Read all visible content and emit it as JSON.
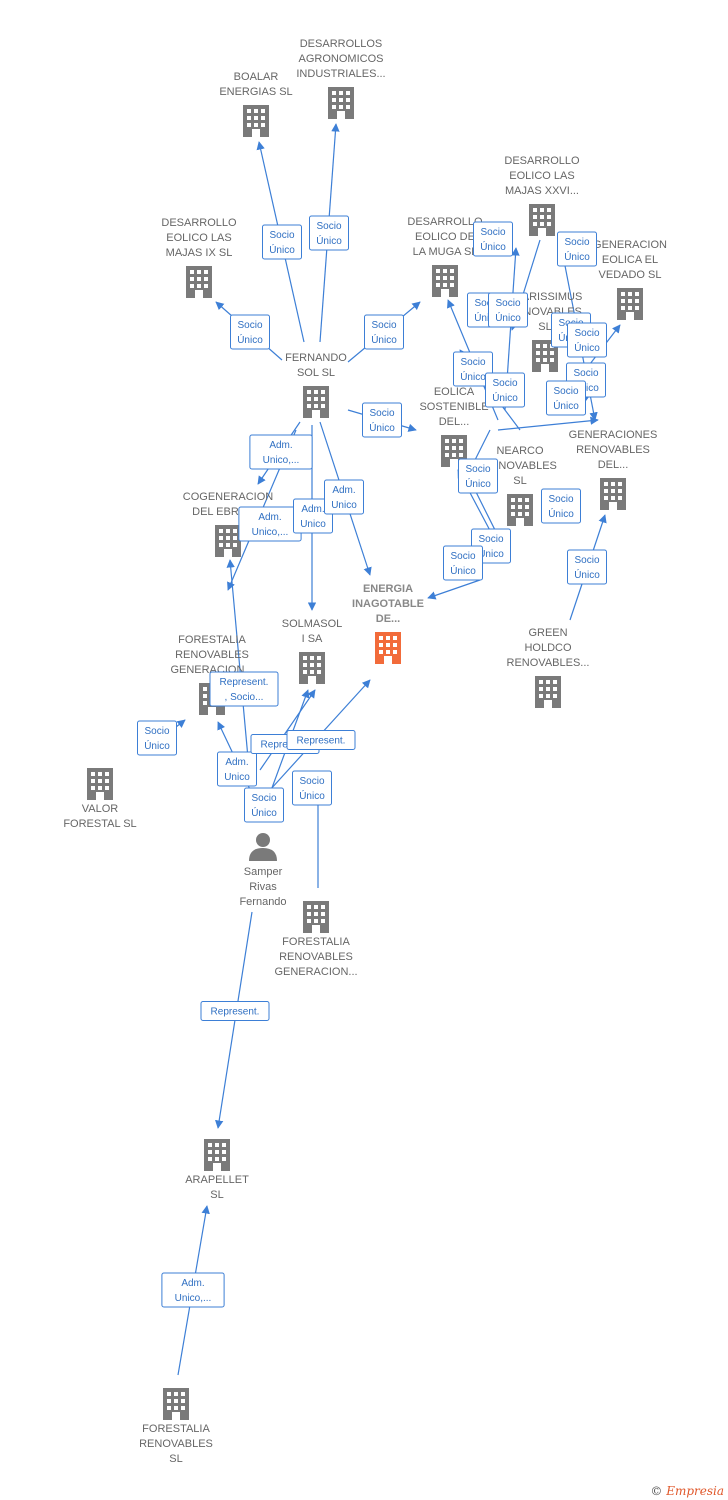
{
  "colors": {
    "node": "#7a7a7a",
    "focus": "#f26b3a",
    "edge": "#3d7fd6",
    "label_text": "#666666"
  },
  "nodes": [
    {
      "id": "desarrollos_agro",
      "lines": [
        "DESARROLLOS",
        "AGRONOMICOS",
        "INDUSTRIALES..."
      ],
      "icon": "building-icon"
    },
    {
      "id": "boalar",
      "lines": [
        "BOALAR",
        "ENERGIAS  SL"
      ],
      "icon": "building-icon"
    },
    {
      "id": "majas_xxvi",
      "lines": [
        "DESARROLLO",
        "EOLICO LAS",
        "MAJAS XXVI..."
      ],
      "icon": "building-icon"
    },
    {
      "id": "majas_ix",
      "lines": [
        "DESARROLLO",
        "EOLICO LAS",
        "MAJAS IX  SL"
      ],
      "icon": "building-icon"
    },
    {
      "id": "muga",
      "lines": [
        "DESARROLLO",
        "EOLICO DE",
        "LA MUGA SL"
      ],
      "icon": "building-icon"
    },
    {
      "id": "vedado",
      "lines": [
        "GENERACION",
        "EOLICA EL",
        "VEDADO SL"
      ],
      "icon": "building-icon"
    },
    {
      "id": "clarissimus",
      "lines": [
        "CLARISSIMUS",
        "RENOVABLES",
        "SL"
      ],
      "icon": "building-icon"
    },
    {
      "id": "fernando_sol",
      "lines": [
        "FERNANDO",
        "SOL SL"
      ],
      "icon": "building-icon"
    },
    {
      "id": "eolica_sost",
      "lines": [
        "EOLICA",
        "SOSTENIBLE",
        "DEL..."
      ],
      "icon": "building-icon"
    },
    {
      "id": "generaciones",
      "lines": [
        "GENERACIONES",
        "RENOVABLES",
        "DEL..."
      ],
      "icon": "building-icon"
    },
    {
      "id": "nearco",
      "lines": [
        "NEARCO",
        "RENOVABLES",
        "SL"
      ],
      "icon": "building-icon"
    },
    {
      "id": "cogeneracion",
      "lines": [
        "COGENERACION",
        "DEL EBRO  SL"
      ],
      "icon": "building-icon"
    },
    {
      "id": "energia",
      "lines": [
        "ENERGIA",
        "INAGOTABLE",
        "DE..."
      ],
      "icon": "building-icon"
    },
    {
      "id": "solmasol",
      "lines": [
        "SOLMASOL",
        "I SA"
      ],
      "icon": "building-icon"
    },
    {
      "id": "green_holdco",
      "lines": [
        "GREEN",
        "HOLDCO",
        "RENOVABLES..."
      ],
      "icon": "building-icon"
    },
    {
      "id": "forestalia_gen1",
      "lines": [
        "FORESTALIA",
        "RENOVABLES",
        "GENERACION..."
      ],
      "icon": "building-icon"
    },
    {
      "id": "valor_forestal",
      "lines": [
        "VALOR",
        "FORESTAL SL"
      ],
      "icon": "building-icon"
    },
    {
      "id": "samper",
      "lines": [
        "Samper",
        "Rivas",
        "Fernando"
      ],
      "icon": "person-icon"
    },
    {
      "id": "forestalia_gen2",
      "lines": [
        "FORESTALIA",
        "RENOVABLES",
        "GENERACION..."
      ],
      "icon": "building-icon"
    },
    {
      "id": "arapellet",
      "lines": [
        "ARAPELLET",
        "SL"
      ],
      "icon": "building-icon"
    },
    {
      "id": "forestalia_sl",
      "lines": [
        "FORESTALIA",
        "RENOVABLES",
        "SL"
      ],
      "icon": "building-icon"
    }
  ],
  "edges": [
    {
      "label": [
        "Socio",
        "Único"
      ]
    },
    {
      "label": [
        "Socio",
        "Único"
      ]
    },
    {
      "label": [
        "Socio",
        "Único"
      ]
    },
    {
      "label": [
        "Socio",
        "Único"
      ]
    },
    {
      "label": [
        "Socio",
        "Único"
      ]
    },
    {
      "label": [
        "Adm.",
        "Unico,..."
      ]
    },
    {
      "label": [
        "Adm.",
        "Unico,..."
      ]
    },
    {
      "label": [
        "Adm.",
        "Unico"
      ]
    },
    {
      "label": [
        "Adm.",
        "Unico"
      ]
    },
    {
      "label": [
        "Socio",
        "Único"
      ]
    },
    {
      "label": [
        "Socio",
        "Único"
      ]
    },
    {
      "label": [
        "Socio",
        "Único"
      ]
    },
    {
      "label": [
        "Socio",
        "Único"
      ]
    },
    {
      "label": [
        "Socio",
        "Único"
      ]
    },
    {
      "label": [
        "Socio",
        "Único"
      ]
    },
    {
      "label": [
        "Socio",
        "Único"
      ]
    },
    {
      "label": [
        "Socio",
        "Único"
      ]
    },
    {
      "label": [
        "Socio",
        "Único"
      ]
    },
    {
      "label": [
        "Socio",
        "Único"
      ]
    },
    {
      "label": [
        "Socio",
        "Único"
      ]
    },
    {
      "label": [
        "Socio",
        "Único"
      ]
    },
    {
      "label": [
        "Socio",
        "Único"
      ]
    },
    {
      "label": [
        "Socio",
        "Único"
      ]
    },
    {
      "label": [
        "Socio",
        "Único"
      ]
    },
    {
      "label": [
        "Socio",
        "Único"
      ]
    },
    {
      "label": [
        "Represent.",
        ", Socio..."
      ]
    },
    {
      "label": [
        "Adm.",
        "Unico"
      ]
    },
    {
      "label": [
        "Socio",
        "Único"
      ]
    },
    {
      "label": [
        "Represent."
      ]
    },
    {
      "label": [
        "Represent."
      ]
    },
    {
      "label": [
        "Socio",
        "Único"
      ]
    },
    {
      "label": [
        "Represent."
      ]
    },
    {
      "label": [
        "Adm.",
        "Unico,..."
      ]
    }
  ],
  "footer": {
    "copyright": "©",
    "brand": "Empresia"
  }
}
